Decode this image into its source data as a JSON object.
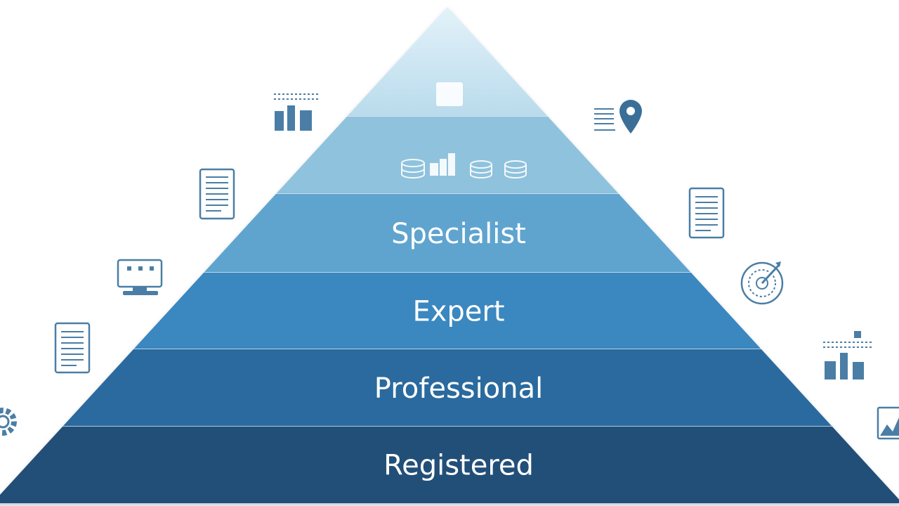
{
  "diagram": {
    "tiers": [
      {
        "label": "",
        "color": "#c9e3f0"
      },
      {
        "label": "",
        "color": "#8fc2dd"
      },
      {
        "label": "Specialist",
        "color": "#5fa4cf"
      },
      {
        "label": "Expert",
        "color": "#3a87bf"
      },
      {
        "label": "Professional",
        "color": "#2c6a9e"
      },
      {
        "label": "Registered",
        "color": "#244f78"
      }
    ],
    "icon_color": "#4a7ea6",
    "side_icons": {
      "left": [
        "bar-chart-icon",
        "document-icon",
        "monitor-icon",
        "document-icon",
        "gear-icon"
      ],
      "right": [
        "location-pin-icon",
        "document-icon",
        "target-icon",
        "bar-chart-icon",
        "image-icon"
      ]
    },
    "tier_icons": [
      "square-icon",
      "database-icon",
      "factory-icon",
      "database-icon",
      "database-icon"
    ]
  }
}
